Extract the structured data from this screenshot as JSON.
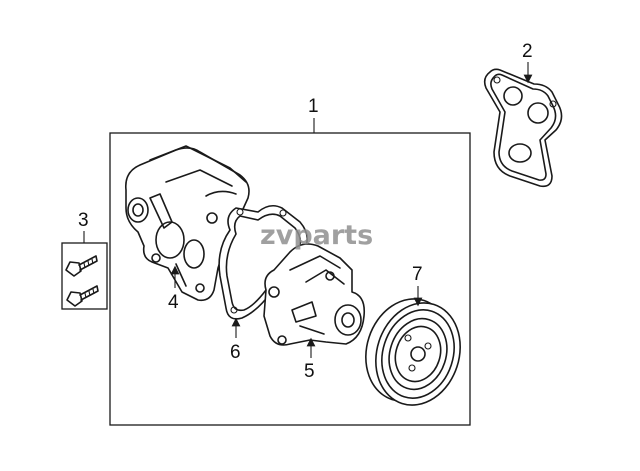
{
  "callouts": {
    "c1": "1",
    "c2": "2",
    "c3": "3",
    "c4": "4",
    "c5": "5",
    "c6": "6",
    "c7": "7"
  },
  "watermark": "zvparts",
  "colors": {
    "line": "#1a1a1a",
    "background": "#ffffff",
    "watermark": "#8f8f8f"
  }
}
